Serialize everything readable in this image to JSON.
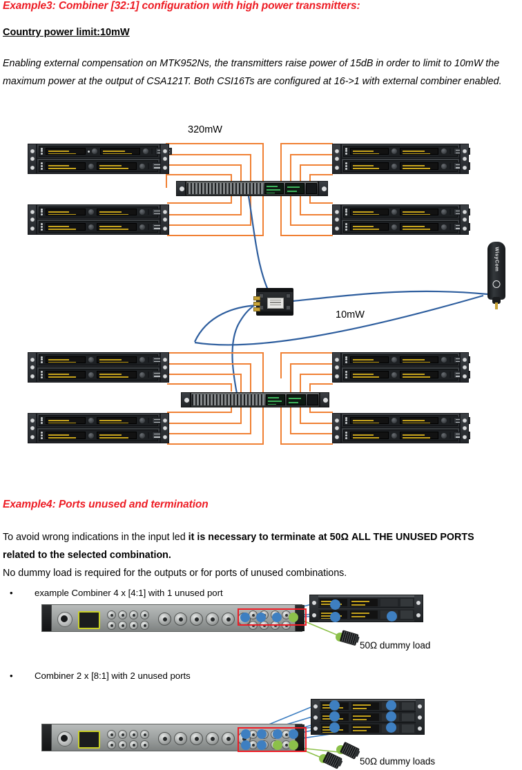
{
  "document": {
    "example3": {
      "title": "Example3: Combiner [32:1] configuration with high power transmitters:",
      "subtitle": "Country power limit:10mW",
      "paragraph": "Enabling external compensation on MTK952Ns, the transmitters raise power of 15dB in order to limit to 10mW the maximum power at the output of CSA121T. Both CSI16Ts  are configured at 16->1  with external combiner enabled.",
      "diagram": {
        "label_top_power": "320mW",
        "label_output_power": "10mW",
        "antenna_brand": "WisyCom",
        "transmitter_racks": 8,
        "combiners": 2,
        "cable_color_rf": "#F08033",
        "cable_color_output": "#2E5E9E"
      }
    },
    "example4": {
      "title": "Example4: Ports unused and termination",
      "paragraph_lead": "To avoid wrong indications in the input led ",
      "paragraph_bold": "it is necessary to terminate at 50Ω ALL THE UNUSED PORTS related to the selected combination.",
      "paragraph_second": "No dummy load is required for the outputs or for ports of unused combinations.",
      "bullets": [
        {
          "marker": "•",
          "text": "example Combiner 4 x [4:1] with 1 unused port"
        },
        {
          "marker": "•",
          "text": "Combiner 2 x [8:1] with 2 unused ports"
        }
      ],
      "figure1": {
        "dummy_label": "50Ω dummy load",
        "used_ports": 3,
        "unused_ports": 1,
        "highlight_color": "#EE1C25",
        "used_marker_color": "#3E7FC1",
        "unused_marker_color": "#8CC04A"
      },
      "figure2": {
        "dummy_label": "50Ω dummy loads",
        "used_ports": 6,
        "unused_ports": 2,
        "highlight_color": "#EE1C25",
        "used_marker_color": "#3E7FC1",
        "unused_marker_color": "#8CC04A"
      }
    }
  }
}
